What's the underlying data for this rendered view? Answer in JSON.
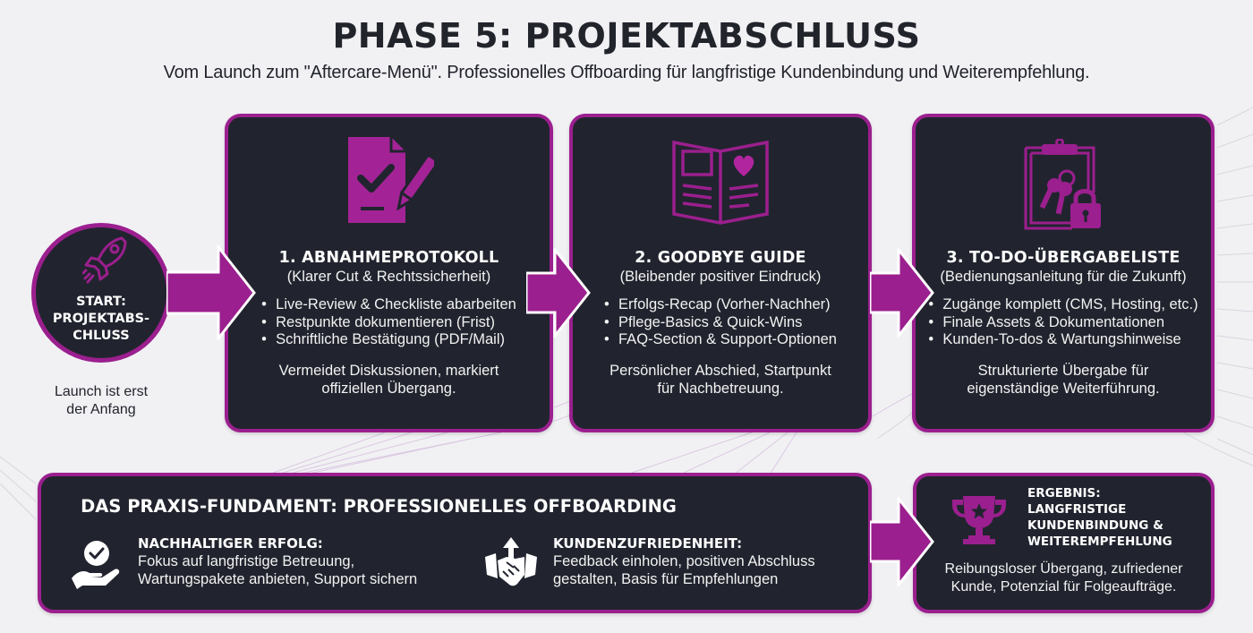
{
  "header": {
    "title": "PHASE 5: PROJEKTABSCHLUSS",
    "subtitle": "Vom Launch zum \"Aftercare-Menü\". Professionelles Offboarding für langfristige Kundenbindung und Weiterempfehlung."
  },
  "start": {
    "icon": "rocket-icon",
    "title_line1": "START:",
    "title_line2": "PROJEKTABS-",
    "title_line3": "CHLUSS",
    "caption_line1": "Launch ist erst",
    "caption_line2": "der Anfang"
  },
  "steps": [
    {
      "icon": "document-check-pen-icon",
      "title": "1. ABNAHMEPROTOKOLL",
      "subtitle": "(Klarer Cut & Rechtssicherheit)",
      "bullets": [
        "Live-Review & Checkliste abarbeiten",
        "Restpunkte dokumentieren (Frist)",
        "Schriftliche Bestätigung (PDF/Mail)"
      ],
      "note_line1": "Vermeidet Diskussionen, markiert",
      "note_line2": "offiziellen Übergang."
    },
    {
      "icon": "open-book-heart-icon",
      "title": "2. GOODBYE GUIDE",
      "subtitle": "(Bleibender positiver Eindruck)",
      "bullets": [
        "Erfolgs-Recap (Vorher-Nachher)",
        "Pflege-Basics & Quick-Wins",
        "FAQ-Section & Support-Optionen"
      ],
      "note_line1": "Persönlicher Abschied, Startpunkt",
      "note_line2": "für Nachbetreuung."
    },
    {
      "icon": "clipboard-keys-lock-icon",
      "title": "3. TO-DO-ÜBERGABELISTE",
      "subtitle": "(Bedienungsanleitung für die Zukunft)",
      "bullets": [
        "Zugänge komplett (CMS, Hosting, etc.)",
        "Finale Assets & Dokumentationen",
        "Kunden-To-dos & Wartungshinweise"
      ],
      "note_line1": "Strukturierte Übergabe für",
      "note_line2": "eigenständige Weiterführung."
    }
  ],
  "foundation": {
    "title": "DAS PRAXIS-FUNDAMENT: PROFESSIONELLES OFFBOARDING",
    "pillars": [
      {
        "icon": "hand-check-icon",
        "heading": "NACHHALTIGER ERFOLG:",
        "line1": "Fokus auf langfristige Betreuung,",
        "line2": "Wartungspakete anbieten, Support sichern"
      },
      {
        "icon": "handshake-arrow-up-icon",
        "heading": "KUNDENZUFRIEDENHEIT:",
        "line1": "Feedback einholen, positiven Abschluss",
        "line2": "gestalten, Basis für Empfehlungen"
      }
    ]
  },
  "result": {
    "icon": "trophy-star-icon",
    "title_line1": "ERGEBNIS:",
    "title_line2": "LANGFRISTIGE",
    "title_line3": "KUNDENBINDUNG &",
    "title_line4": "WEITEREMPFEHLUNG",
    "desc_line1": "Reibungsloser Übergang, zufriedener",
    "desc_line2": "Kunde, Potenzial für Folgeaufträge."
  },
  "colors": {
    "accent": "#9b1f8e",
    "card_bg": "#21242e",
    "page_bg": "#f1f1f4",
    "title_text": "#22242c"
  }
}
